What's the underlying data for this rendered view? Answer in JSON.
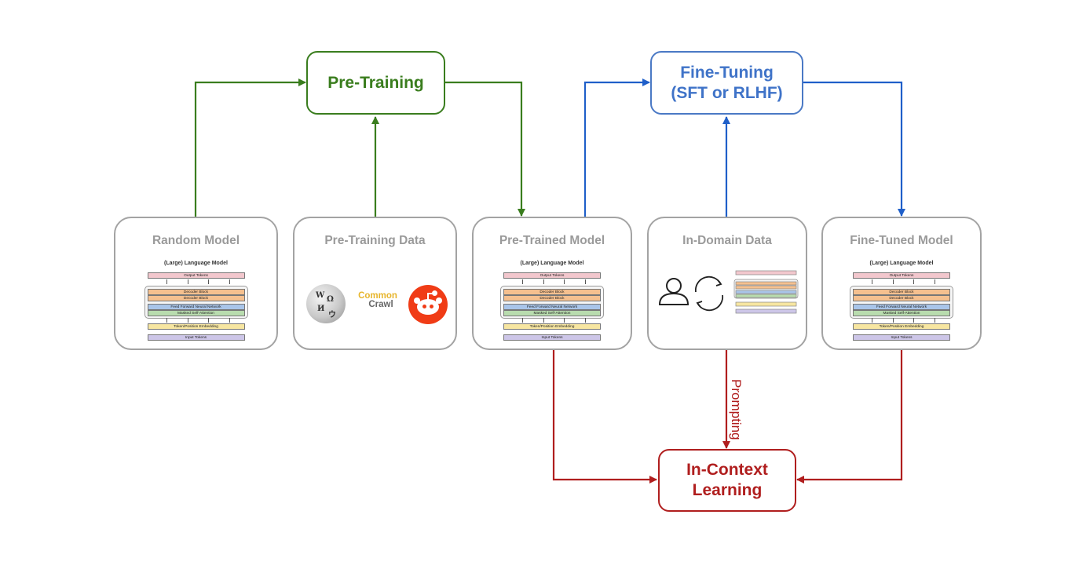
{
  "hubs": {
    "pre_training": "Pre-Training",
    "fine_tuning_line1": "Fine-Tuning",
    "fine_tuning_line2": "(SFT or RLHF)",
    "in_context_line1": "In-Context",
    "in_context_line2": "Learning"
  },
  "cards": {
    "random_model": "Random Model",
    "pre_training_data": "Pre-Training Data",
    "pre_trained_model": "Pre-Trained Model",
    "in_domain_data": "In-Domain Data",
    "fine_tuned_model": "Fine-Tuned Model"
  },
  "model_diagram": {
    "caption": "(Large) Language Model",
    "output_tokens": "Output Tokens",
    "decoder_block": "Decoder Block",
    "feed_forward": "Feed Forward Neural Network",
    "masked_attention": "Masked Self-Attention",
    "embedding": "Token/Position Embedding",
    "input_tokens": "Input Tokens"
  },
  "logos": {
    "common_line1": "Common",
    "common_line2": "Crawl"
  },
  "edges": {
    "prompting": "Prompting"
  },
  "colors": {
    "green": "#3a7d1e",
    "blue": "#1f5fc9",
    "red": "#b01e1e",
    "card_border": "#a3a3a3",
    "card_title": "#9a9a9a"
  }
}
